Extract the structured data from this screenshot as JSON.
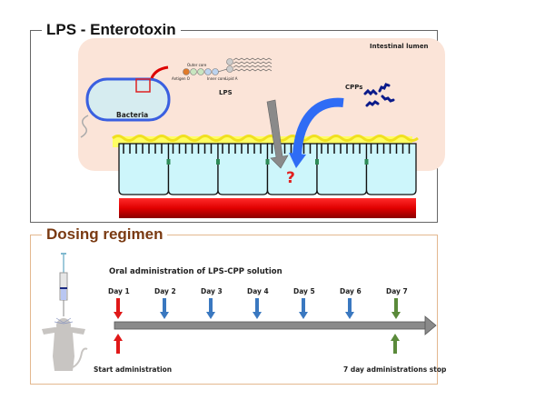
{
  "panel1": {
    "title": "LPS - Enterotoxin",
    "lumen_label": "Intestinal lumen",
    "bacteria_label": "Bacteria",
    "lps_label": "LPS",
    "lps_structure": {
      "outer_core": "Outer core",
      "antigen_o": "Antigen O",
      "inner_core": "Inner core",
      "lipid_a": "Lipid A"
    },
    "cpps_label": "CPPs",
    "question_mark": "?",
    "cell_count": 6,
    "colors": {
      "lumen_bg": "#fbe4d8",
      "bacteria_fill": "#d6ecf0",
      "bacteria_border": "#3a5fe0",
      "mucus": "#ffff33",
      "cell_fill": "#cdf6fb",
      "tight_junction": "#2e8b57",
      "blood_vessel": "#d40000",
      "cpp_arrow": "#2f6cf5",
      "lps_arrow": "#888888",
      "cpp_peptides": "#0a1a8a",
      "question": "#e02020"
    }
  },
  "panel2": {
    "title": "Dosing regimen",
    "heading": "Oral administration of LPS-CPP solution",
    "days": [
      {
        "label": "Day 1",
        "color": "#e01818"
      },
      {
        "label": "Day 2",
        "color": "#3a78c0"
      },
      {
        "label": "Day 3",
        "color": "#3a78c0"
      },
      {
        "label": "Day 4",
        "color": "#3a78c0"
      },
      {
        "label": "Day 5",
        "color": "#3a78c0"
      },
      {
        "label": "Day 6",
        "color": "#3a78c0"
      },
      {
        "label": "Day 7",
        "color": "#5a8a3a"
      }
    ],
    "start_label": "Start administration",
    "stop_label": "7 day administrations stop",
    "colors": {
      "border": "#e3b88f",
      "title": "#7a3a12",
      "timeline": "#8a8a8a",
      "mouse": "#c8c5c2",
      "syringe": "#7fb8cf"
    }
  }
}
